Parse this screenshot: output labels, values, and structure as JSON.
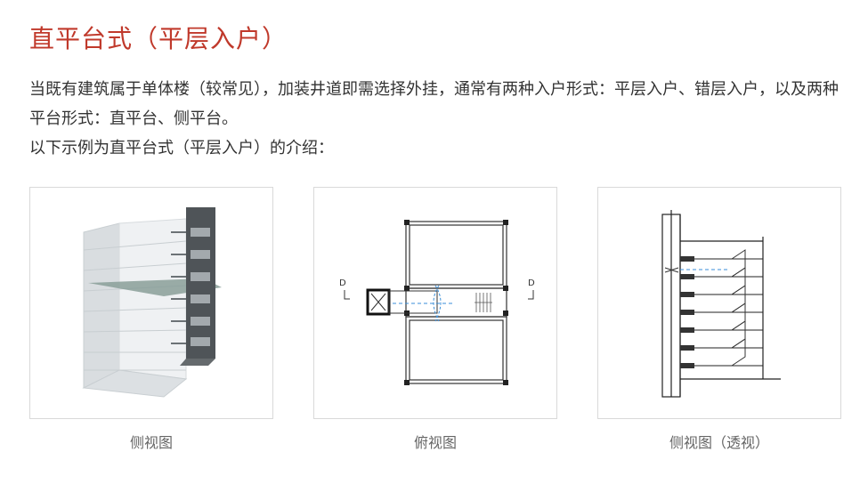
{
  "title": "直平台式（平层入户）",
  "intro": {
    "paragraph1": "当既有建筑属于单体楼（较常见），加装井道即需选择外挂，通常有两种入户形式：平层入户、错层入户，以及两种平台形式：直平台、侧平台。",
    "paragraph2": "以下示例为直平台式（平层入户）的介绍："
  },
  "figures": [
    {
      "caption": "侧视图"
    },
    {
      "caption": "俯视图"
    },
    {
      "caption": "侧视图（透视）"
    }
  ],
  "plan_labels": {
    "left": "D",
    "right": "D"
  },
  "colors": {
    "title": "#c0392b",
    "text": "#333333",
    "caption": "#666666",
    "border": "#d9d9d9"
  }
}
